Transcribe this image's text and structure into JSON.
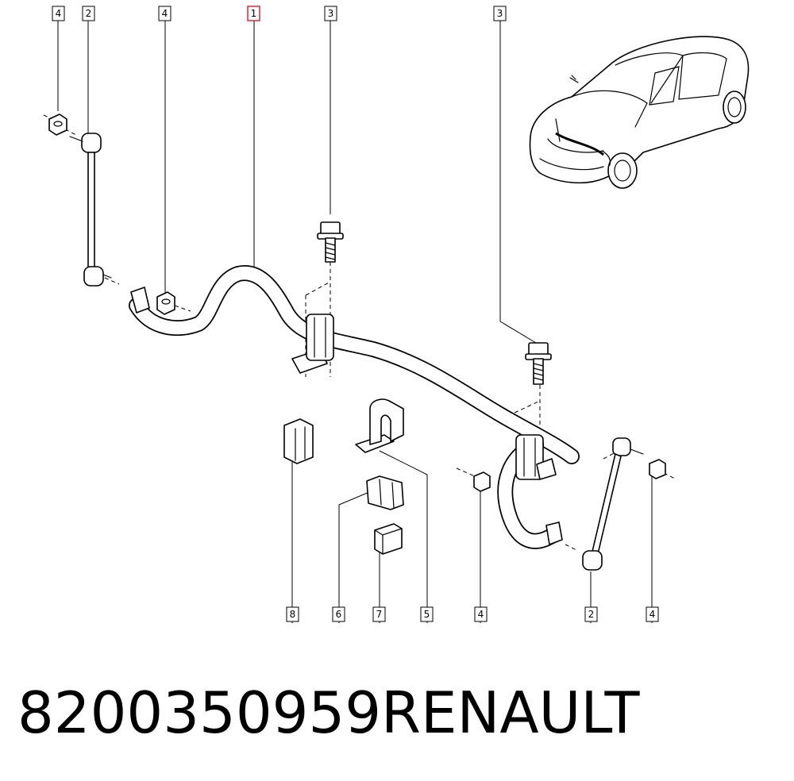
{
  "diagram": {
    "callouts": [
      {
        "label": "4"
      },
      {
        "label": "2"
      },
      {
        "label": "4"
      },
      {
        "label": "1",
        "highlight": true
      },
      {
        "label": "3"
      },
      {
        "label": "3"
      },
      {
        "label": "8"
      },
      {
        "label": "6"
      },
      {
        "label": "7"
      },
      {
        "label": "5"
      },
      {
        "label": "4"
      },
      {
        "label": "2"
      },
      {
        "label": "4"
      }
    ],
    "highlight_color": "#e32636"
  },
  "footer": {
    "part_number": "8200350959",
    "brand": "RENAULT"
  }
}
